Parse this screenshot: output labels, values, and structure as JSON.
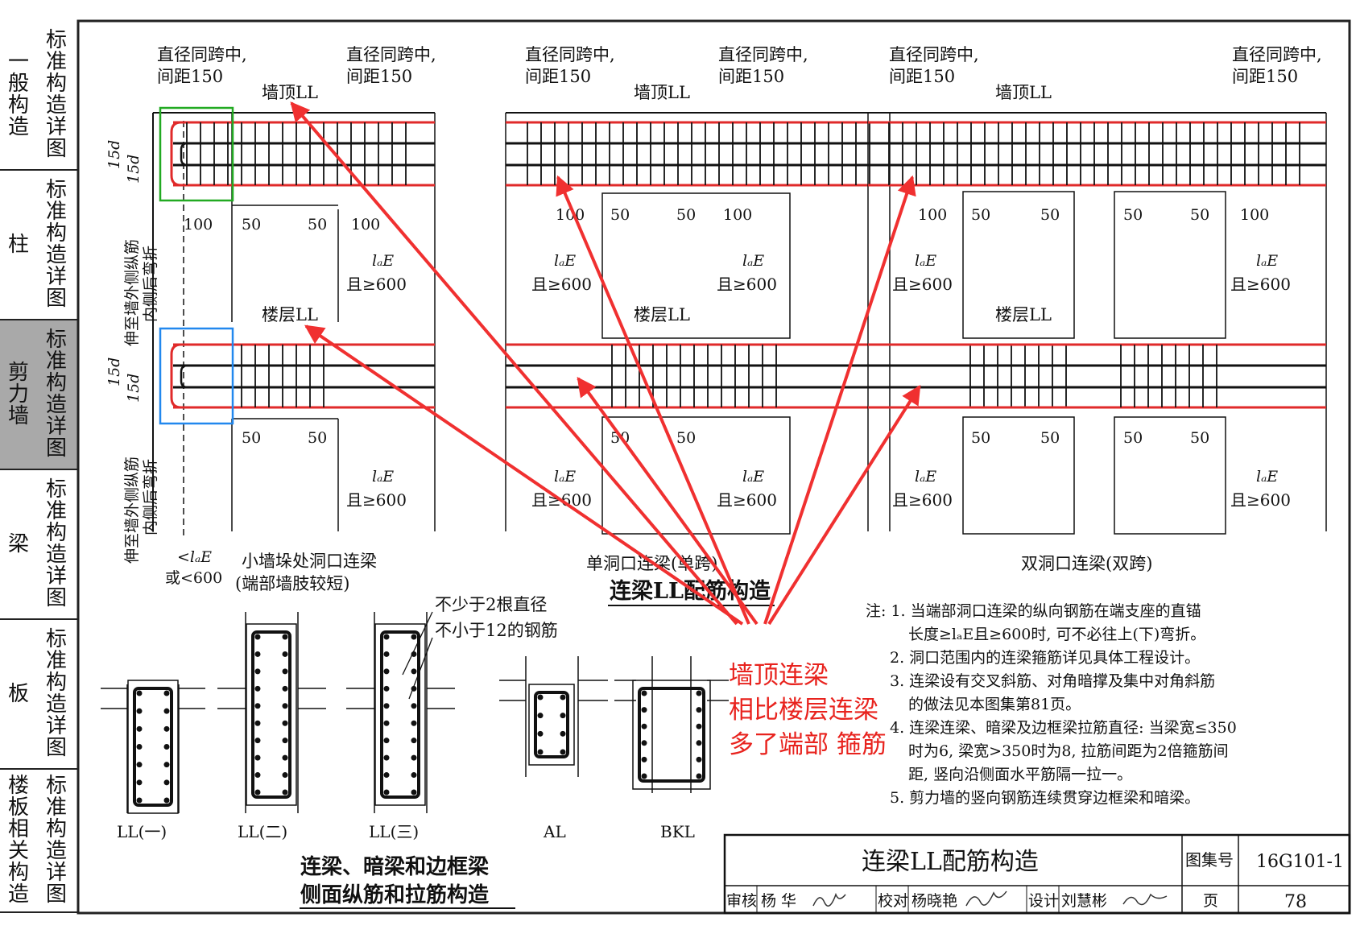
{
  "sidebar": [
    {
      "main": "一般构造",
      "sub": "标准构造详图",
      "active": false
    },
    {
      "main": "柱",
      "sub": "标准构造详图",
      "active": false
    },
    {
      "main": "剪力墙",
      "sub": "标准构造详图",
      "active": true
    },
    {
      "main": "梁",
      "sub": "标准构造详图",
      "active": false
    },
    {
      "main": "板",
      "sub": "标准构造详图",
      "active": false
    },
    {
      "main": "楼板相关构造",
      "sub": "标准构造详图",
      "active": false
    }
  ],
  "labels": {
    "dia_same": "直径同跨中,",
    "spacing": "间距150",
    "roof_ll": "墙顶LL",
    "floor_ll": "楼层LL",
    "d15": "15d",
    "n100": "100",
    "n50": "50",
    "lae": "lₐE",
    "ge600": "且≥600",
    "lt_lae": "<lₐE",
    "or_lt600": "或<600",
    "extend_outer_1": "伸至墙外侧纵筋",
    "extend_outer_2": "内侧后弯折",
    "short_wall_title": "小墙垛处洞口连梁",
    "short_wall_sub": "(端部墙肢较短)",
    "single_title": "单洞口连梁(单跨)",
    "double_title": "双洞口连梁(双跨)",
    "main_title": "连梁LL配筋构造",
    "bars_note_1": "不少于2根直径",
    "bars_note_2": "不小于12的钢筋",
    "sec_ll1": "LL(一)",
    "sec_ll2": "LL(二)",
    "sec_ll3": "LL(三)",
    "sec_al": "AL",
    "sec_bkl": "BKL",
    "bottom_title_1": "连梁、暗梁和边框梁",
    "bottom_title_2": "侧面纵筋和拉筋构造"
  },
  "notes": [
    "注: 1. 当端部洞口连梁的纵向钢筋在端支座的直锚",
    "长度≥lₐE且≥600时, 可不必往上(下)弯折。",
    "2. 洞口范围内的连梁箍筋详见具体工程设计。",
    "3. 连梁设有交叉斜筋、对角暗撑及集中对角斜筋",
    "的做法见本图集第81页。",
    "4. 连梁连梁、暗梁及边框梁拉筋直径: 当梁宽≤350",
    "时为6, 梁宽>350时为8, 拉筋间距为2倍箍筋间",
    "距, 竖向沿侧面水平筋隔一拉一。",
    "5. 剪力墙的竖向钢筋连续贯穿边框梁和暗梁。"
  ],
  "title_block": {
    "title": "连梁LL配筋构造",
    "atlas_label": "图集号",
    "atlas_no": "16G101-1",
    "review": "审核",
    "reviewer": "杨 华",
    "check": "校对",
    "checker": "杨晓艳",
    "design": "设计",
    "designer": "刘慧彬",
    "page_label": "页",
    "page_no": "78"
  },
  "annotation": {
    "line1": "墙顶连梁",
    "line2": "相比楼层连梁",
    "line3": "多了端部 箍筋",
    "color": "#e8231e"
  },
  "colors": {
    "ink": "#111111",
    "rebar": "#e02a2a",
    "arrow": "#f03030",
    "green_box": "#22aa22",
    "blue_box": "#2288ee"
  }
}
